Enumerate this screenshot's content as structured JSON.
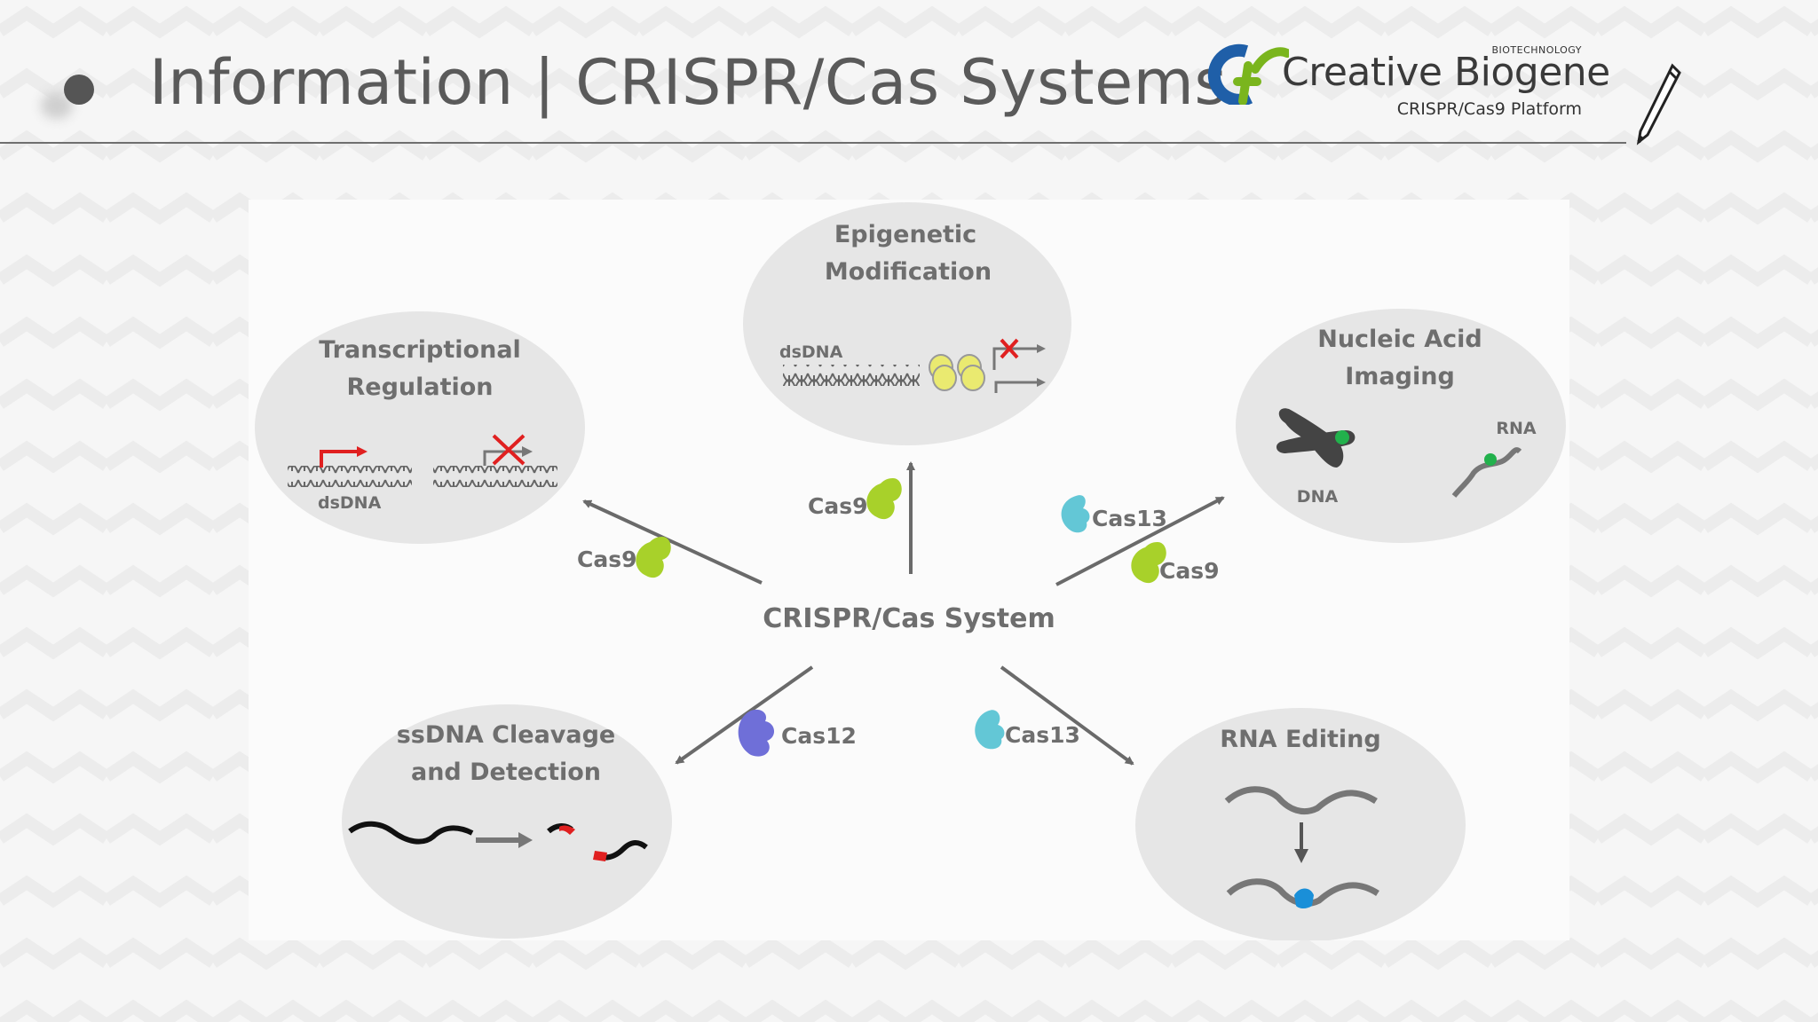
{
  "header": {
    "title": "Information | CRISPR/Cas Systems",
    "logo": {
      "name": "Creative Biogene",
      "tag": "BIOTECHNOLOGY",
      "subtitle": "CRISPR/Cas9 Platform",
      "icon": "creative-biogene-logo",
      "colors": [
        "#1f5fa8",
        "#7ab51d"
      ]
    },
    "pen_icon": "pen-icon"
  },
  "diagram": {
    "center_label": "CRISPR/Cas System",
    "nodes": {
      "transcriptional": {
        "title_line1": "Transcriptional",
        "title_line2": "Regulation",
        "label": "dsDNA"
      },
      "epigenetic": {
        "title_line1": "Epigenetic",
        "title_line2": "Modification",
        "label": "dsDNA"
      },
      "nucleic": {
        "title_line1": "Nucleic Acid",
        "title_line2": "Imaging",
        "dna_label": "DNA",
        "rna_label": "RNA"
      },
      "ssdna": {
        "title_line1": "ssDNA Cleavage",
        "title_line2": "and Detection"
      },
      "rna_editing": {
        "title_line1": "RNA Editing"
      }
    },
    "enzymes": {
      "cas9_left": "Cas9",
      "cas9_top": "Cas9",
      "cas13_right": "Cas13",
      "cas9_right": "Cas9",
      "cas12": "Cas12",
      "cas13_bottom": "Cas13"
    },
    "colors": {
      "cas9": "#a8d12a",
      "cas13": "#63c7d6",
      "cas12": "#6f6fd8",
      "ellipse": "#e6e6e6",
      "arrow": "#6a6a6a",
      "red": "#e02020",
      "green_dot": "#22b14c",
      "blue_fragment": "#1a8fd8"
    }
  }
}
